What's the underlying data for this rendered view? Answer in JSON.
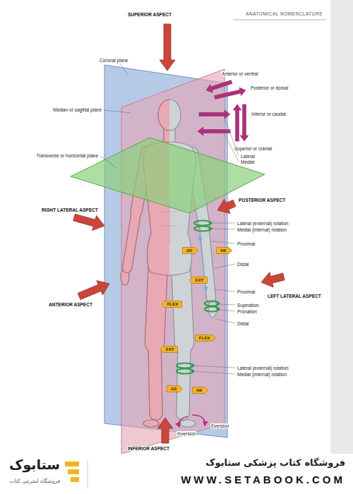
{
  "diagram": {
    "title": "ANATOMICAL NOMENCLATURE",
    "nodes": [
      {
        "text": [
          "AD"
        ]
      },
      {
        "text": [
          "AB"
        ]
      },
      {
        "text": [
          "EXT"
        ]
      },
      {
        "text": [
          "FLEX"
        ]
      },
      {
        "text": [
          "FLEX"
        ]
      },
      {
        "text": [
          "EXT"
        ]
      },
      {
        "text": [
          "AD"
        ]
      },
      {
        "text": [
          "AB"
        ]
      }
    ],
    "labels": [
      "SUPERIOR ASPECT",
      "Coronal plane",
      "Anterior or ventral",
      "Posterior or dorsal",
      "Median or sagittal plane",
      "Inferior or caudal",
      "Superior or cranial",
      "Lateral",
      "Medial",
      "Transverse or horizontal plane",
      "POSTERIOR ASPECT",
      "RIGHT LATERAL ASPECT",
      "Lateral (external) rotation",
      "Medial (internal) rotation",
      "Proximal",
      "Distal",
      "Proximal",
      "LEFT LATERAL ASPECT",
      "ANTERIOR ASPECT",
      "Supination",
      "Pronation",
      "Distal",
      "Lateral (external) rotation",
      "Medial (internal) rotation",
      "Eversion",
      "Inversion",
      "INFERIOR ASPECT",
      "ستابوک",
      "فروشگاه اینترنتی کتاب",
      "فروشگاه کتاب پزشکی ستابوک",
      "WWW.SETABOOK.COM"
    ]
  }
}
